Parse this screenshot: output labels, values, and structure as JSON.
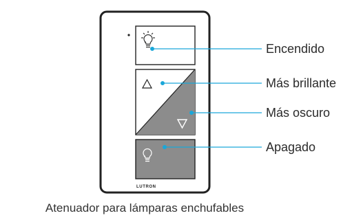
{
  "device": {
    "brand": "LUTRON",
    "icons": {
      "on": "light-bulb-on-icon",
      "raise": "triangle-up-icon",
      "lower": "triangle-down-icon",
      "off": "light-bulb-off-icon"
    }
  },
  "callouts": {
    "on": "Encendido",
    "raise": "Más brillante",
    "lower": "Más oscuro",
    "off": "Apagado"
  },
  "caption": "Atenuador para lámparas enchufables",
  "colors": {
    "accent": "#1aa7d9",
    "outline": "#222222",
    "button_gray": "#8c8c8c",
    "text": "#2b2b2b"
  }
}
